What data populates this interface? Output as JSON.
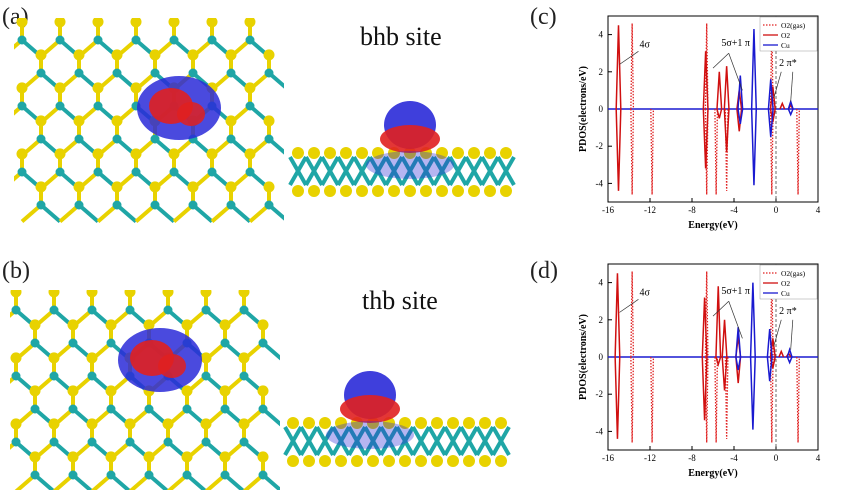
{
  "panels": {
    "a": {
      "label": "(a)",
      "site": "bhb site"
    },
    "b": {
      "label": "(b)",
      "site": "thb site"
    },
    "c": {
      "label": "(c)"
    },
    "d": {
      "label": "(d)"
    }
  },
  "colors": {
    "sulfur": "#e8d200",
    "metal": "#1fa6a6",
    "charge_accumulation": "#e02020",
    "charge_depletion": "#2a2ad8",
    "o2_gas": "#e02020",
    "o2": "#d01010",
    "cu": "#1a1ad0"
  },
  "chart_data": [
    {
      "type": "line",
      "panel": "c",
      "xlabel": "Energy(eV)",
      "ylabel": "PDOS(electrons/eV)",
      "xlim": [
        -16,
        4
      ],
      "ylim": [
        -5,
        5
      ],
      "xticks": [
        -16,
        -12,
        -8,
        -4,
        0,
        4
      ],
      "yticks": [
        -4,
        -2,
        0,
        2,
        4
      ],
      "legend": [
        "O2(gas)",
        "O2",
        "Cu"
      ],
      "legend_position": "top-right",
      "annotations": [
        "4σ",
        "5σ+1 π",
        "2 π*"
      ],
      "series": [
        {
          "name": "O2(gas)",
          "style": "dotted",
          "peaks": [
            {
              "x": -13.7,
              "up": 4.6,
              "down": -4.6
            },
            {
              "x": -11.8,
              "up": 0,
              "down": -4.6
            },
            {
              "x": -6.6,
              "up": 4.6,
              "down": -4.6
            },
            {
              "x": -5.7,
              "up": 0,
              "down": -4.6
            },
            {
              "x": -4.7,
              "up": 0,
              "down": -4.4
            },
            {
              "x": -0.4,
              "up": 4.6,
              "down": -4.6
            },
            {
              "x": 2.1,
              "up": 0,
              "down": -4.6
            }
          ]
        },
        {
          "name": "O2",
          "style": "solid",
          "peaks": [
            {
              "x": -15.0,
              "up": 4.5,
              "down": -4.4
            },
            {
              "x": -6.7,
              "up": 3.1,
              "down": -3.2
            },
            {
              "x": -5.4,
              "up": 2.0,
              "down": -0.5
            },
            {
              "x": -4.7,
              "up": 2.3,
              "down": -2.3
            },
            {
              "x": -3.5,
              "up": 1.0,
              "down": -1.2
            },
            {
              "x": -0.3,
              "up": 1.2,
              "down": -0.7
            },
            {
              "x": 0.6,
              "up": 0.3,
              "down": 0
            },
            {
              "x": 1.4,
              "up": 0.2,
              "down": 0
            }
          ]
        },
        {
          "name": "Cu",
          "style": "solid",
          "peaks": [
            {
              "x": -3.4,
              "up": 1.8,
              "down": -0.8
            },
            {
              "x": -2.1,
              "up": 4.3,
              "down": -4.1
            },
            {
              "x": -0.5,
              "up": 1.6,
              "down": -1.5
            },
            {
              "x": 1.4,
              "up": 0.4,
              "down": -0.3
            }
          ]
        }
      ]
    },
    {
      "type": "line",
      "panel": "d",
      "xlabel": "Energy(eV)",
      "ylabel": "PDOS(electrons/eV)",
      "xlim": [
        -16,
        4
      ],
      "ylim": [
        -5,
        5
      ],
      "xticks": [
        -16,
        -12,
        -8,
        -4,
        0,
        4
      ],
      "yticks": [
        -4,
        -2,
        0,
        2,
        4
      ],
      "legend": [
        "O2(gas)",
        "O2",
        "Cu"
      ],
      "legend_position": "top-right",
      "annotations": [
        "4σ",
        "5σ+1 π",
        "2 π*"
      ],
      "series": [
        {
          "name": "O2(gas)",
          "style": "dotted",
          "peaks": [
            {
              "x": -13.7,
              "up": 4.6,
              "down": -4.6
            },
            {
              "x": -11.8,
              "up": 0,
              "down": -4.6
            },
            {
              "x": -6.6,
              "up": 4.6,
              "down": -4.6
            },
            {
              "x": -5.7,
              "up": 0,
              "down": -4.6
            },
            {
              "x": -4.7,
              "up": 0,
              "down": -4.4
            },
            {
              "x": -0.4,
              "up": 4.6,
              "down": -4.6
            },
            {
              "x": 2.1,
              "up": 0,
              "down": -4.6
            }
          ]
        },
        {
          "name": "O2",
          "style": "solid",
          "peaks": [
            {
              "x": -15.1,
              "up": 4.5,
              "down": -4.4
            },
            {
              "x": -6.8,
              "up": 3.2,
              "down": -3.4
            },
            {
              "x": -5.5,
              "up": 3.8,
              "down": -0.4
            },
            {
              "x": -4.9,
              "up": 2.0,
              "down": -1.8
            },
            {
              "x": -3.6,
              "up": 1.1,
              "down": -1.4
            },
            {
              "x": -0.3,
              "up": 1.0,
              "down": -0.6
            },
            {
              "x": 0.5,
              "up": 0.3,
              "down": 0
            },
            {
              "x": 1.2,
              "up": 0.2,
              "down": 0
            }
          ]
        },
        {
          "name": "Cu",
          "style": "solid",
          "peaks": [
            {
              "x": -3.6,
              "up": 1.6,
              "down": -0.7
            },
            {
              "x": -2.2,
              "up": 4.0,
              "down": -3.9
            },
            {
              "x": -0.6,
              "up": 1.5,
              "down": -1.3
            },
            {
              "x": 1.3,
              "up": 0.4,
              "down": -0.3
            }
          ]
        }
      ]
    }
  ]
}
